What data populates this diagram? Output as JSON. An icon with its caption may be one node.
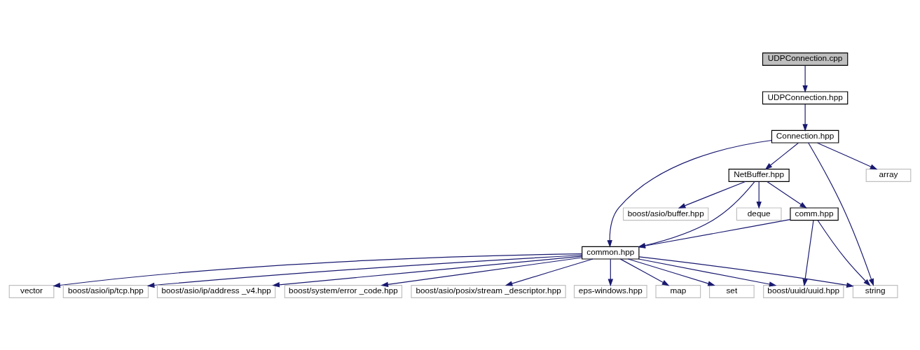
{
  "diagram": {
    "nodes": [
      {
        "text": [
          "UDPConnection.cpp"
        ]
      },
      {
        "text": [
          "UDPConnection.hpp"
        ]
      },
      {
        "text": [
          "Connection.hpp"
        ]
      },
      {
        "text": [
          "NetBuffer.hpp"
        ]
      },
      {
        "text": [
          "array"
        ]
      },
      {
        "text": [
          "boost/asio/buffer.hpp"
        ]
      },
      {
        "text": [
          "deque"
        ]
      },
      {
        "text": [
          "comm.hpp"
        ]
      },
      {
        "text": [
          "common.hpp"
        ]
      },
      {
        "text": [
          "boost/system/error _code.hpp"
        ]
      },
      {
        "text": [
          "boost/asio/posix/stream _descriptor.hpp"
        ]
      },
      {
        "text": [
          "eps-windows.hpp"
        ]
      },
      {
        "text": [
          "map"
        ]
      },
      {
        "text": [
          "set"
        ]
      },
      {
        "text": [
          "vector"
        ]
      },
      {
        "text": [
          "boost/asio/ip/tcp.hpp"
        ]
      },
      {
        "text": [
          "boost/asio/ip/address _v4.hpp"
        ]
      },
      {
        "text": [
          "boost/uuid/uuid.hpp"
        ]
      },
      {
        "text": [
          "string"
        ]
      }
    ],
    "edges": [
      {
        "from": 0,
        "to": 1,
        "arrow": "to"
      },
      {
        "from": 1,
        "to": 2,
        "arrow": "to"
      },
      {
        "from": 2,
        "to": 8,
        "arrow": "to"
      },
      {
        "from": 2,
        "to": 3,
        "arrow": "to"
      },
      {
        "from": 2,
        "to": 18,
        "arrow": "to"
      },
      {
        "from": 2,
        "to": 4,
        "arrow": "to"
      },
      {
        "from": 3,
        "to": 5,
        "arrow": "to"
      },
      {
        "from": 3,
        "to": 6,
        "arrow": "to"
      },
      {
        "from": 3,
        "to": 7,
        "arrow": "to"
      },
      {
        "from": 3,
        "to": 8,
        "arrow": "to"
      },
      {
        "from": 7,
        "to": 8,
        "arrow": "to"
      },
      {
        "from": 7,
        "to": 17,
        "arrow": "to"
      },
      {
        "from": 7,
        "to": 18,
        "arrow": "to"
      },
      {
        "from": 8,
        "to": 9,
        "arrow": "to"
      },
      {
        "from": 8,
        "to": 10,
        "arrow": "to"
      },
      {
        "from": 8,
        "to": 11,
        "arrow": "to"
      },
      {
        "from": 8,
        "to": 12,
        "arrow": "to"
      },
      {
        "from": 8,
        "to": 13,
        "arrow": "to"
      },
      {
        "from": 8,
        "to": 14,
        "arrow": "to"
      },
      {
        "from": 8,
        "to": 15,
        "arrow": "to"
      },
      {
        "from": 8,
        "to": 16,
        "arrow": "to"
      },
      {
        "from": 8,
        "to": 17,
        "arrow": "to"
      },
      {
        "from": 8,
        "to": 18,
        "arrow": "to"
      }
    ]
  }
}
